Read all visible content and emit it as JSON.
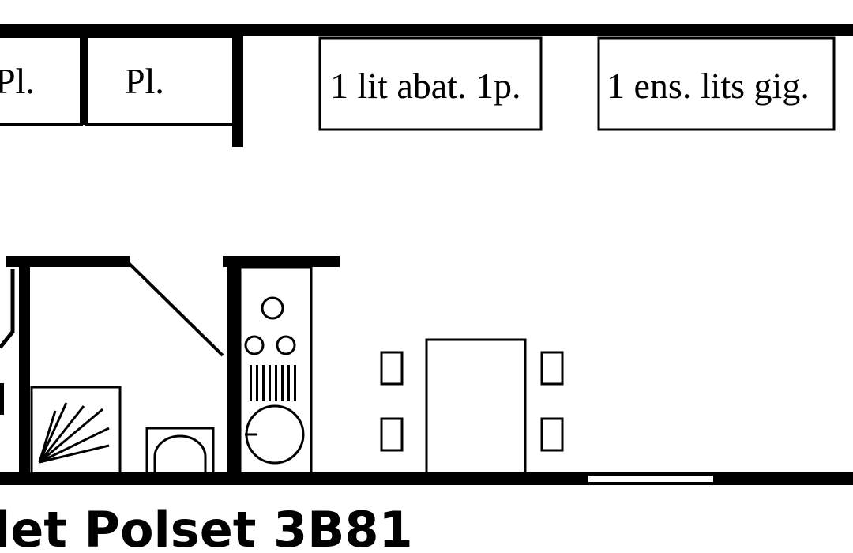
{
  "plan": {
    "top_storage": [
      {
        "label": "Pl."
      },
      {
        "label": "Pl."
      }
    ],
    "beds": [
      {
        "label": "1 lit abat. 1p."
      },
      {
        "label": "1 ens. lits gig."
      }
    ],
    "caption": "let Polset 3B81",
    "colors": {
      "ink": "#000000",
      "paper": "#ffffff"
    },
    "icons": [
      "bathtub-shower-icon",
      "washbasin-icon",
      "stove-burner-icon",
      "sink-icon",
      "dining-table-icon",
      "chair-icon",
      "door-swing-icon"
    ]
  }
}
